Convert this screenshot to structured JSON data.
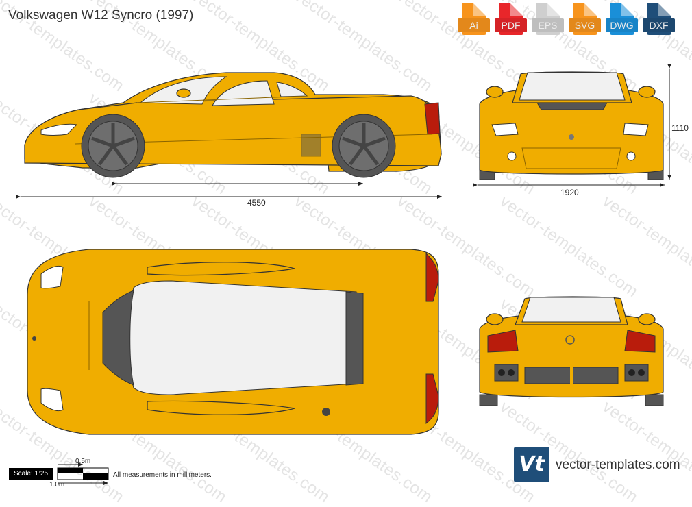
{
  "title": "Volkswagen W12 Syncro (1997)",
  "formats": [
    {
      "label": "Ai",
      "color": "#f7941d"
    },
    {
      "label": "PDF",
      "color": "#e8262a"
    },
    {
      "label": "EPS",
      "color": "#cfcfcf"
    },
    {
      "label": "SVG",
      "color": "#f7941d"
    },
    {
      "label": "DWG",
      "color": "#1a8fd8"
    },
    {
      "label": "DXF",
      "color": "#1f4e79"
    }
  ],
  "dimensions": {
    "length": "4550",
    "width": "1920",
    "height": "1110"
  },
  "watermark": "vector-templates.com",
  "scale": {
    "label": "Scale: 1:25",
    "half": "0.5m",
    "full": "1.0m"
  },
  "note": "All measurements in millimeters.",
  "logo": {
    "mark": "Vt",
    "text": "vector-templates.com"
  },
  "colors": {
    "body": "#f0ad00",
    "body_dark": "#d99a00",
    "glass": "#f1f1f1",
    "trim": "#555555",
    "tail": "#b91c0c"
  }
}
